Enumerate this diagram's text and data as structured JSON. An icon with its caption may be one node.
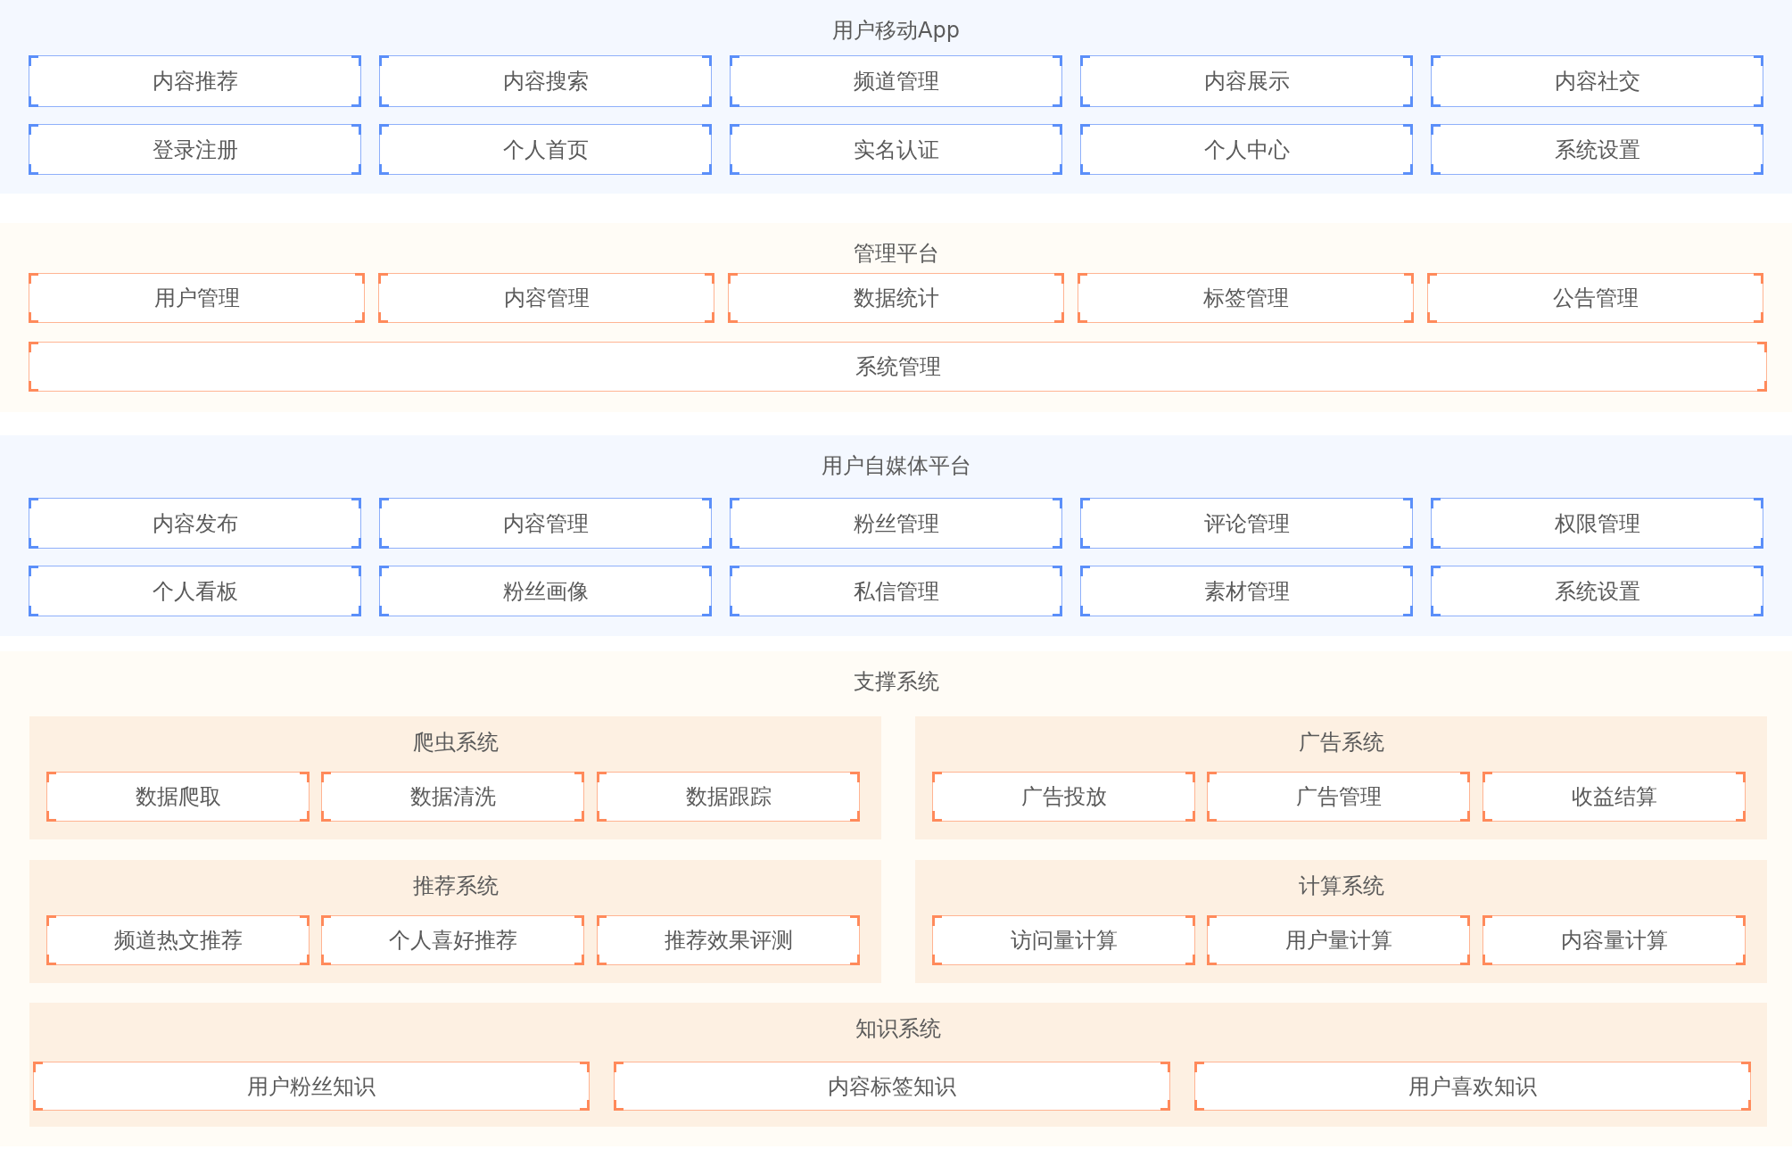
{
  "diagram": {
    "nodes": [
      {
        "text": [
          "用户移动App"
        ]
      },
      {
        "text": [
          "内容推荐"
        ],
        "in": 0
      },
      {
        "text": [
          "内容搜索"
        ],
        "in": 0
      },
      {
        "text": [
          "频道管理"
        ],
        "in": 0
      },
      {
        "text": [
          "内容展示"
        ],
        "in": 0
      },
      {
        "text": [
          "内容社交"
        ],
        "in": 0
      },
      {
        "text": [
          "登录注册"
        ],
        "in": 0
      },
      {
        "text": [
          "个人首页"
        ],
        "in": 0
      },
      {
        "text": [
          "实名认证"
        ],
        "in": 0
      },
      {
        "text": [
          "个人中心"
        ],
        "in": 0
      },
      {
        "text": [
          "系统设置"
        ],
        "in": 0
      },
      {
        "text": [
          "管理平台"
        ]
      },
      {
        "text": [
          "用户管理"
        ],
        "in": 11
      },
      {
        "text": [
          "内容管理"
        ],
        "in": 11
      },
      {
        "text": [
          "数据统计"
        ],
        "in": 11
      },
      {
        "text": [
          "标签管理"
        ],
        "in": 11
      },
      {
        "text": [
          "公告管理"
        ],
        "in": 11
      },
      {
        "text": [
          "系统管理"
        ],
        "in": 11
      },
      {
        "text": [
          "用户自媒体平台"
        ]
      },
      {
        "text": [
          "内容发布"
        ],
        "in": 18
      },
      {
        "text": [
          "内容管理"
        ],
        "in": 18
      },
      {
        "text": [
          "粉丝管理"
        ],
        "in": 18
      },
      {
        "text": [
          "评论管理"
        ],
        "in": 18
      },
      {
        "text": [
          "权限管理"
        ],
        "in": 18
      },
      {
        "text": [
          "个人看板"
        ],
        "in": 18
      },
      {
        "text": [
          "粉丝画像"
        ],
        "in": 18
      },
      {
        "text": [
          "私信管理"
        ],
        "in": 18
      },
      {
        "text": [
          "素材管理"
        ],
        "in": 18
      },
      {
        "text": [
          "系统设置"
        ],
        "in": 18
      },
      {
        "text": [
          "支撑系统"
        ]
      },
      {
        "text": [
          "爬虫系统"
        ],
        "in": 29
      },
      {
        "text": [
          "数据爬取"
        ],
        "in": 30
      },
      {
        "text": [
          "数据清洗"
        ],
        "in": 30
      },
      {
        "text": [
          "数据跟踪"
        ],
        "in": 30
      },
      {
        "text": [
          "广告系统"
        ],
        "in": 29
      },
      {
        "text": [
          "广告投放"
        ],
        "in": 34
      },
      {
        "text": [
          "广告管理"
        ],
        "in": 34
      },
      {
        "text": [
          "收益结算"
        ],
        "in": 34
      },
      {
        "text": [
          "推荐系统"
        ],
        "in": 29
      },
      {
        "text": [
          "频道热文推荐"
        ],
        "in": 38
      },
      {
        "text": [
          "个人喜好推荐"
        ],
        "in": 38
      },
      {
        "text": [
          "推荐效果评测"
        ],
        "in": 38
      },
      {
        "text": [
          "计算系统"
        ],
        "in": 29
      },
      {
        "text": [
          "访问量计算"
        ],
        "in": 42
      },
      {
        "text": [
          "用户量计算"
        ],
        "in": 42
      },
      {
        "text": [
          "内容量计算"
        ],
        "in": 42
      },
      {
        "text": [
          "知识系统"
        ],
        "in": 29
      },
      {
        "text": [
          "用户粉丝知识"
        ],
        "in": 46
      },
      {
        "text": [
          "内容标签知识"
        ],
        "in": 46
      },
      {
        "text": [
          "用户喜欢知识"
        ],
        "in": 46
      }
    ]
  }
}
